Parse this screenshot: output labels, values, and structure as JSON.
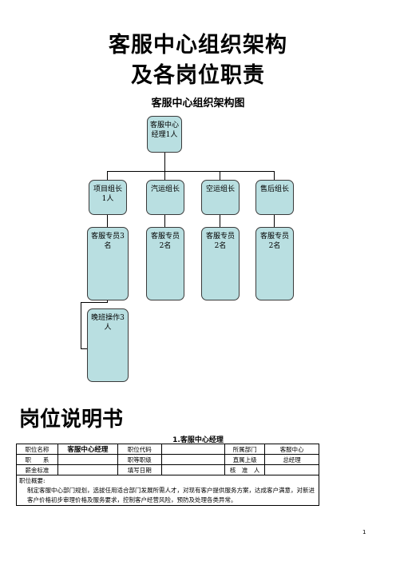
{
  "document": {
    "title_line1": "客服中心组织架构",
    "title_line2": "及各岗位职责",
    "org_chart_title": "客服中心组织架构图",
    "section_title": "岗位说明书",
    "table_caption": "1.客服中心经理",
    "page_number": "1"
  },
  "org_chart": {
    "root": "客服中心经理1人",
    "groups": [
      {
        "label": "项目组长1人",
        "member": "客服专员3名",
        "extra": "晚班操作3人"
      },
      {
        "label": "汽运组长",
        "member": "客服专员2名"
      },
      {
        "label": "空运组长",
        "member": "客服专员2名"
      },
      {
        "label": "售后组长",
        "member": "客服专员2名"
      }
    ]
  },
  "job_table": {
    "rows": [
      [
        "职位名称",
        "客服中心经理",
        "职位代码",
        "",
        "所属部门",
        "客服中心"
      ],
      [
        "职　　系",
        "",
        "职等职级",
        "",
        "直属上级",
        "总经理"
      ],
      [
        "薪金标准",
        "",
        "填写日期",
        "",
        "核　准　人",
        ""
      ]
    ],
    "summary_label": "职位概要:",
    "summary_text": "制定客服中心部门规划，选拔任用适合部门发展所需人才，对现有客户提供服务方案，达成客户满意，对新进客户价格初步审理价格及服务要求，控制客户经营风险，预防及处理各类异常。"
  }
}
